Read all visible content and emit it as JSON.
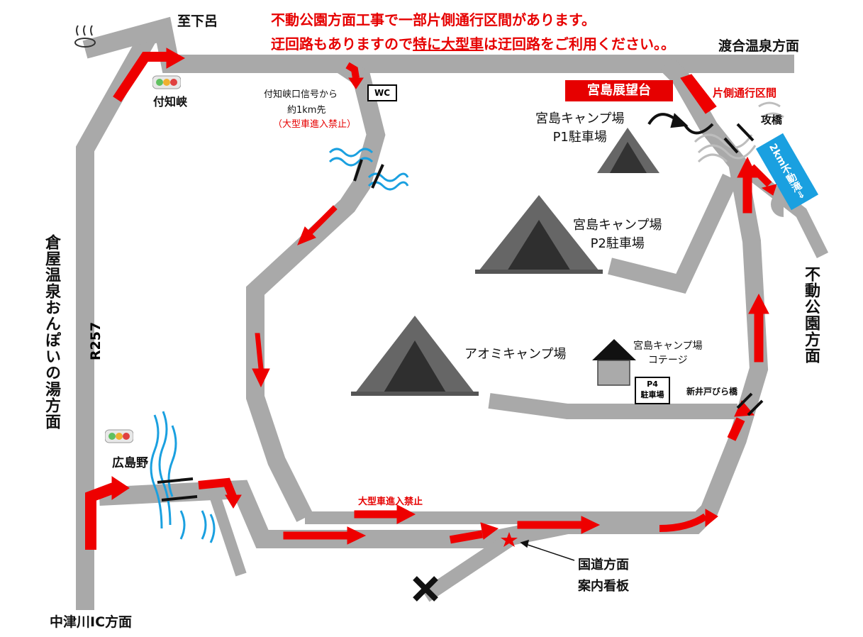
{
  "notice": {
    "line1": "不動公園方面工事で一部片側通行区間があります。",
    "line2_prefix": "迂回路もありますので",
    "line2_u1": "特に",
    "line2_u2": "大型車",
    "line2_suffix": "は迂回路をご利用ください。。"
  },
  "directions": {
    "shimoro": "至下呂",
    "watarai": "渡合温泉方面",
    "kuraya": "倉屋温泉おんぽいの湯方面",
    "fudo": "不動公園方面",
    "nakatsugawa": "中津川IC方面",
    "kokudo": "国道方面\n案内看板"
  },
  "road": {
    "route": "R257"
  },
  "signals": {
    "tsukechi": "付知峡",
    "hiroshimano": "広島野"
  },
  "tsukechi_note": {
    "line1": "付知峡口信号から",
    "line2": "約1km先",
    "line3": "（大型車進入禁止）"
  },
  "wc": "WC",
  "spots": {
    "observatory": "宮島展望台",
    "p1": "宮島キャンプ場\nP1駐車場",
    "p2": "宮島キャンプ場\nP2駐車場",
    "aomi": "アオミキャンプ場",
    "cottage": "宮島キャンプ場\nコテージ",
    "p4": "P4\n駐車場"
  },
  "bridges": {
    "kobashi": "攻橋",
    "niido": "新井戸びら橋"
  },
  "warnings": {
    "one_lane": "片側通行区間",
    "no_large": "大型車進入禁止"
  },
  "blue_sign": "2km不動滝⇒",
  "colors": {
    "road": "#a9a9a9",
    "arrow": "#ee0000",
    "water": "#1aa0e0",
    "tent": "#555555",
    "sign_blue": "#1aa0e0"
  }
}
